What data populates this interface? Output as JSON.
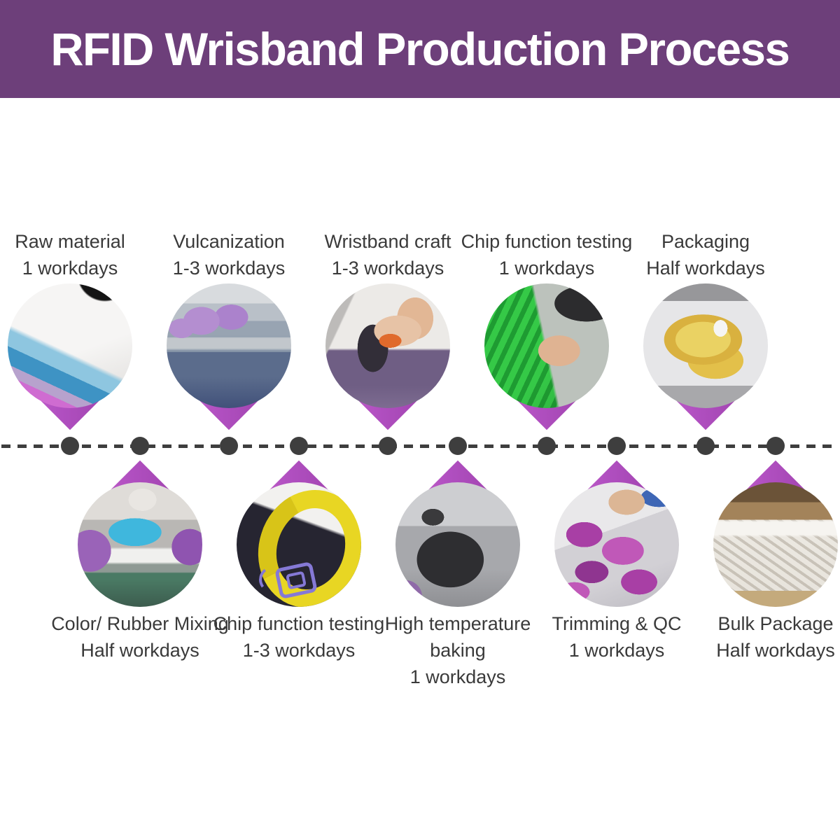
{
  "header": {
    "title": "RFID Wrisband Production Process"
  },
  "colors": {
    "header_bg": "#6d3f7a",
    "pin_purple": "#b04fc0",
    "timeline_dot": "#3e3e3e",
    "label_text": "#3a3a3a"
  },
  "timeline": {
    "dot_count": 10,
    "style": "dashed-line-with-dots"
  },
  "top_row": {
    "steps": [
      {
        "label": "Raw material",
        "duration": "1 workdays",
        "photo": "white-raw-silicone-block-photo"
      },
      {
        "label": "Vulcanization",
        "duration": "1-3 workdays",
        "photo": "workers-at-vulcanization-machines-photo"
      },
      {
        "label": "Wristband craft",
        "duration": "1-3 workdays",
        "photo": "hands-crafting-wristband-photo"
      },
      {
        "label": "Chip function testing",
        "duration": "1 workdays",
        "photo": "testing-green-wristbands-photo"
      },
      {
        "label": "Packaging",
        "duration": "Half workdays",
        "photo": "yellow-wristbands-in-plastic-bag-photo"
      }
    ]
  },
  "bottom_row": {
    "steps": [
      {
        "label": "Color/ Rubber Mixing",
        "duration": "Half workdays",
        "photo": "rubber-mixing-mill-machine-photo"
      },
      {
        "label": "Chip function testing",
        "duration": "1-3 workdays",
        "photo": "yellow-wristband-on-nfc-reader-photo"
      },
      {
        "label": "High temperature baking",
        "duration": "1 workdays",
        "photo": "worker-at-baking-oven-photo"
      },
      {
        "label": "Trimming & QC",
        "duration": "1 workdays",
        "photo": "hand-sorting-purple-wristbands-photo"
      },
      {
        "label": "Bulk Package",
        "duration": "Half workdays",
        "photo": "white-wristbands-in-carton-box-photo"
      }
    ]
  }
}
